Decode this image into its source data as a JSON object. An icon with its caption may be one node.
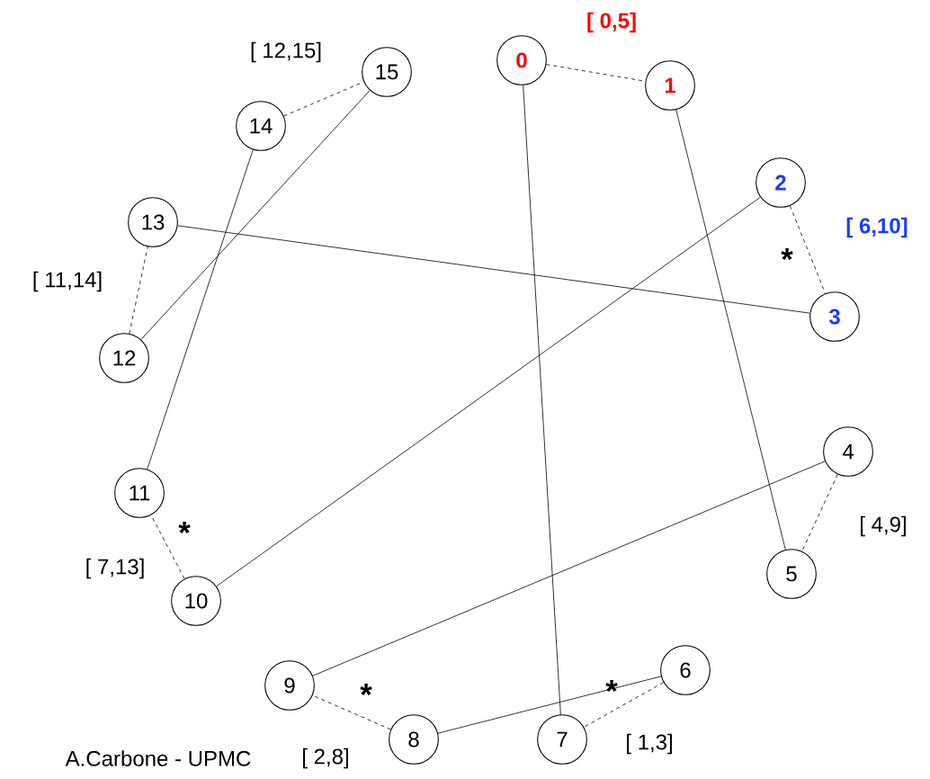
{
  "diagram": {
    "nodes": [
      {
        "text": [
          "0"
        ]
      },
      {
        "text": [
          "1"
        ]
      },
      {
        "text": [
          "2"
        ]
      },
      {
        "text": [
          "3"
        ]
      },
      {
        "text": [
          "4"
        ]
      },
      {
        "text": [
          "5"
        ]
      },
      {
        "text": [
          "6"
        ]
      },
      {
        "text": [
          "7"
        ]
      },
      {
        "text": [
          "8"
        ]
      },
      {
        "text": [
          "9"
        ]
      },
      {
        "text": [
          "10"
        ]
      },
      {
        "text": [
          "11"
        ]
      },
      {
        "text": [
          "12"
        ]
      },
      {
        "text": [
          "13"
        ]
      },
      {
        "text": [
          "14"
        ]
      },
      {
        "text": [
          "15"
        ]
      }
    ],
    "edges": [
      {
        "from": 0,
        "to": 1,
        "arrow": "none",
        "style": "dashed",
        "label": "[ 0,5]"
      },
      {
        "from": 2,
        "to": 3,
        "arrow": "none",
        "style": "dashed",
        "label": "[ 6,10]"
      },
      {
        "from": 4,
        "to": 5,
        "arrow": "none",
        "style": "dashed",
        "label": "[ 4,9]"
      },
      {
        "from": 6,
        "to": 7,
        "arrow": "none",
        "style": "dashed",
        "label": "[ 1,3]"
      },
      {
        "from": 8,
        "to": 9,
        "arrow": "none",
        "style": "dashed",
        "label": "[ 2,8]"
      },
      {
        "from": 10,
        "to": 11,
        "arrow": "none",
        "style": "dashed",
        "label": "[ 7,13]"
      },
      {
        "from": 12,
        "to": 13,
        "arrow": "none",
        "style": "dashed",
        "label": "[ 11,14]"
      },
      {
        "from": 14,
        "to": 15,
        "arrow": "none",
        "style": "dashed",
        "label": "[ 12,15]"
      },
      {
        "from": 0,
        "to": 7,
        "arrow": "none"
      },
      {
        "from": 1,
        "to": 5,
        "arrow": "none"
      },
      {
        "from": 2,
        "to": 10,
        "arrow": "none"
      },
      {
        "from": 13,
        "to": 3,
        "arrow": "none"
      },
      {
        "from": 4,
        "to": 9,
        "arrow": "none"
      },
      {
        "from": 6,
        "to": 8,
        "arrow": "none"
      },
      {
        "from": 14,
        "to": 11,
        "arrow": "none"
      },
      {
        "from": 15,
        "to": 12,
        "arrow": "none"
      }
    ],
    "labels": [
      "*",
      "*",
      "*",
      "*",
      "A.Carbone - UPMC"
    ]
  }
}
